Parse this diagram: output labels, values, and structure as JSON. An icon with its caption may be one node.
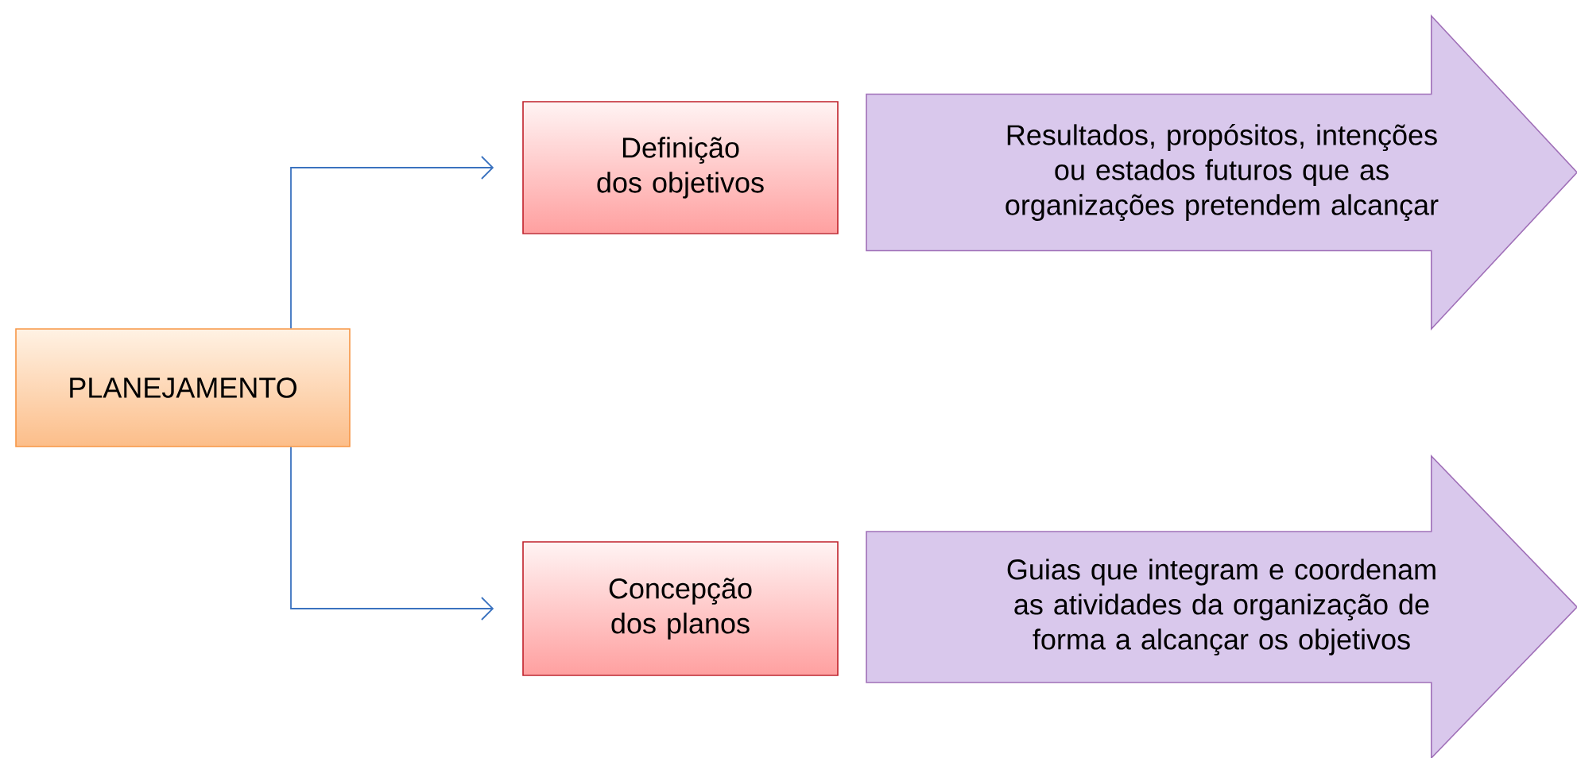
{
  "diagram": {
    "nodes": [
      {
        "text": [
          "PLANEJAMENTO"
        ]
      },
      {
        "text": [
          "Definição dos objetivos"
        ]
      },
      {
        "text": [
          "Resultados, propósitos, intenções ou estados futuros que as organizações pretendem alcançar"
        ]
      },
      {
        "text": [
          "Concepção dos planos"
        ]
      },
      {
        "text": [
          "Guias que integram e coordenam as atividades da organização de forma a alcançar os objetivos"
        ]
      }
    ],
    "edges": [
      {
        "from": 0,
        "to": 1,
        "arrow": "to"
      },
      {
        "from": 0,
        "to": 3,
        "arrow": "to"
      }
    ]
  }
}
